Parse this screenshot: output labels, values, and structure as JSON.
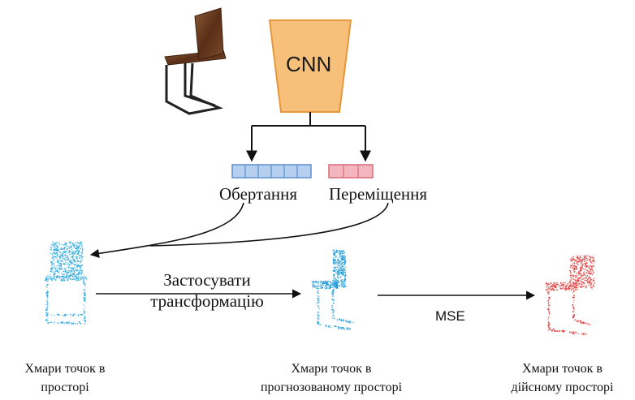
{
  "cnn": {
    "label": "CNN",
    "fill": "#f7c07a",
    "stroke": "#e8963a"
  },
  "vectors": {
    "rotation": {
      "label": "Обертання",
      "cells": 6,
      "fill": "#b6cfee",
      "stroke": "#5b8fd0"
    },
    "translation": {
      "label": "Переміщення",
      "cells": 3,
      "fill": "#f4b6be",
      "stroke": "#d86a7a"
    }
  },
  "transform_label": {
    "line1": "Застосувати",
    "line2": "трансформацію"
  },
  "loss_label": "MSE",
  "clouds": {
    "source": {
      "line1": "Хмари точок в",
      "line2": "просторі",
      "color": "#2aa8e0"
    },
    "predicted": {
      "line1": "Хмари точок в",
      "line2": "прогнозованому просторі",
      "color": "#1e9ad8"
    },
    "actual": {
      "line1": "Хмари точок в",
      "line2": "дійсному просторі",
      "color": "#e03a3a"
    }
  },
  "colors": {
    "arrow": "#111111",
    "chair_wood": "#6b3a1e",
    "chair_frame": "#222222"
  },
  "icons": [
    "chair-image-icon",
    "point-cloud-chair-icon"
  ]
}
